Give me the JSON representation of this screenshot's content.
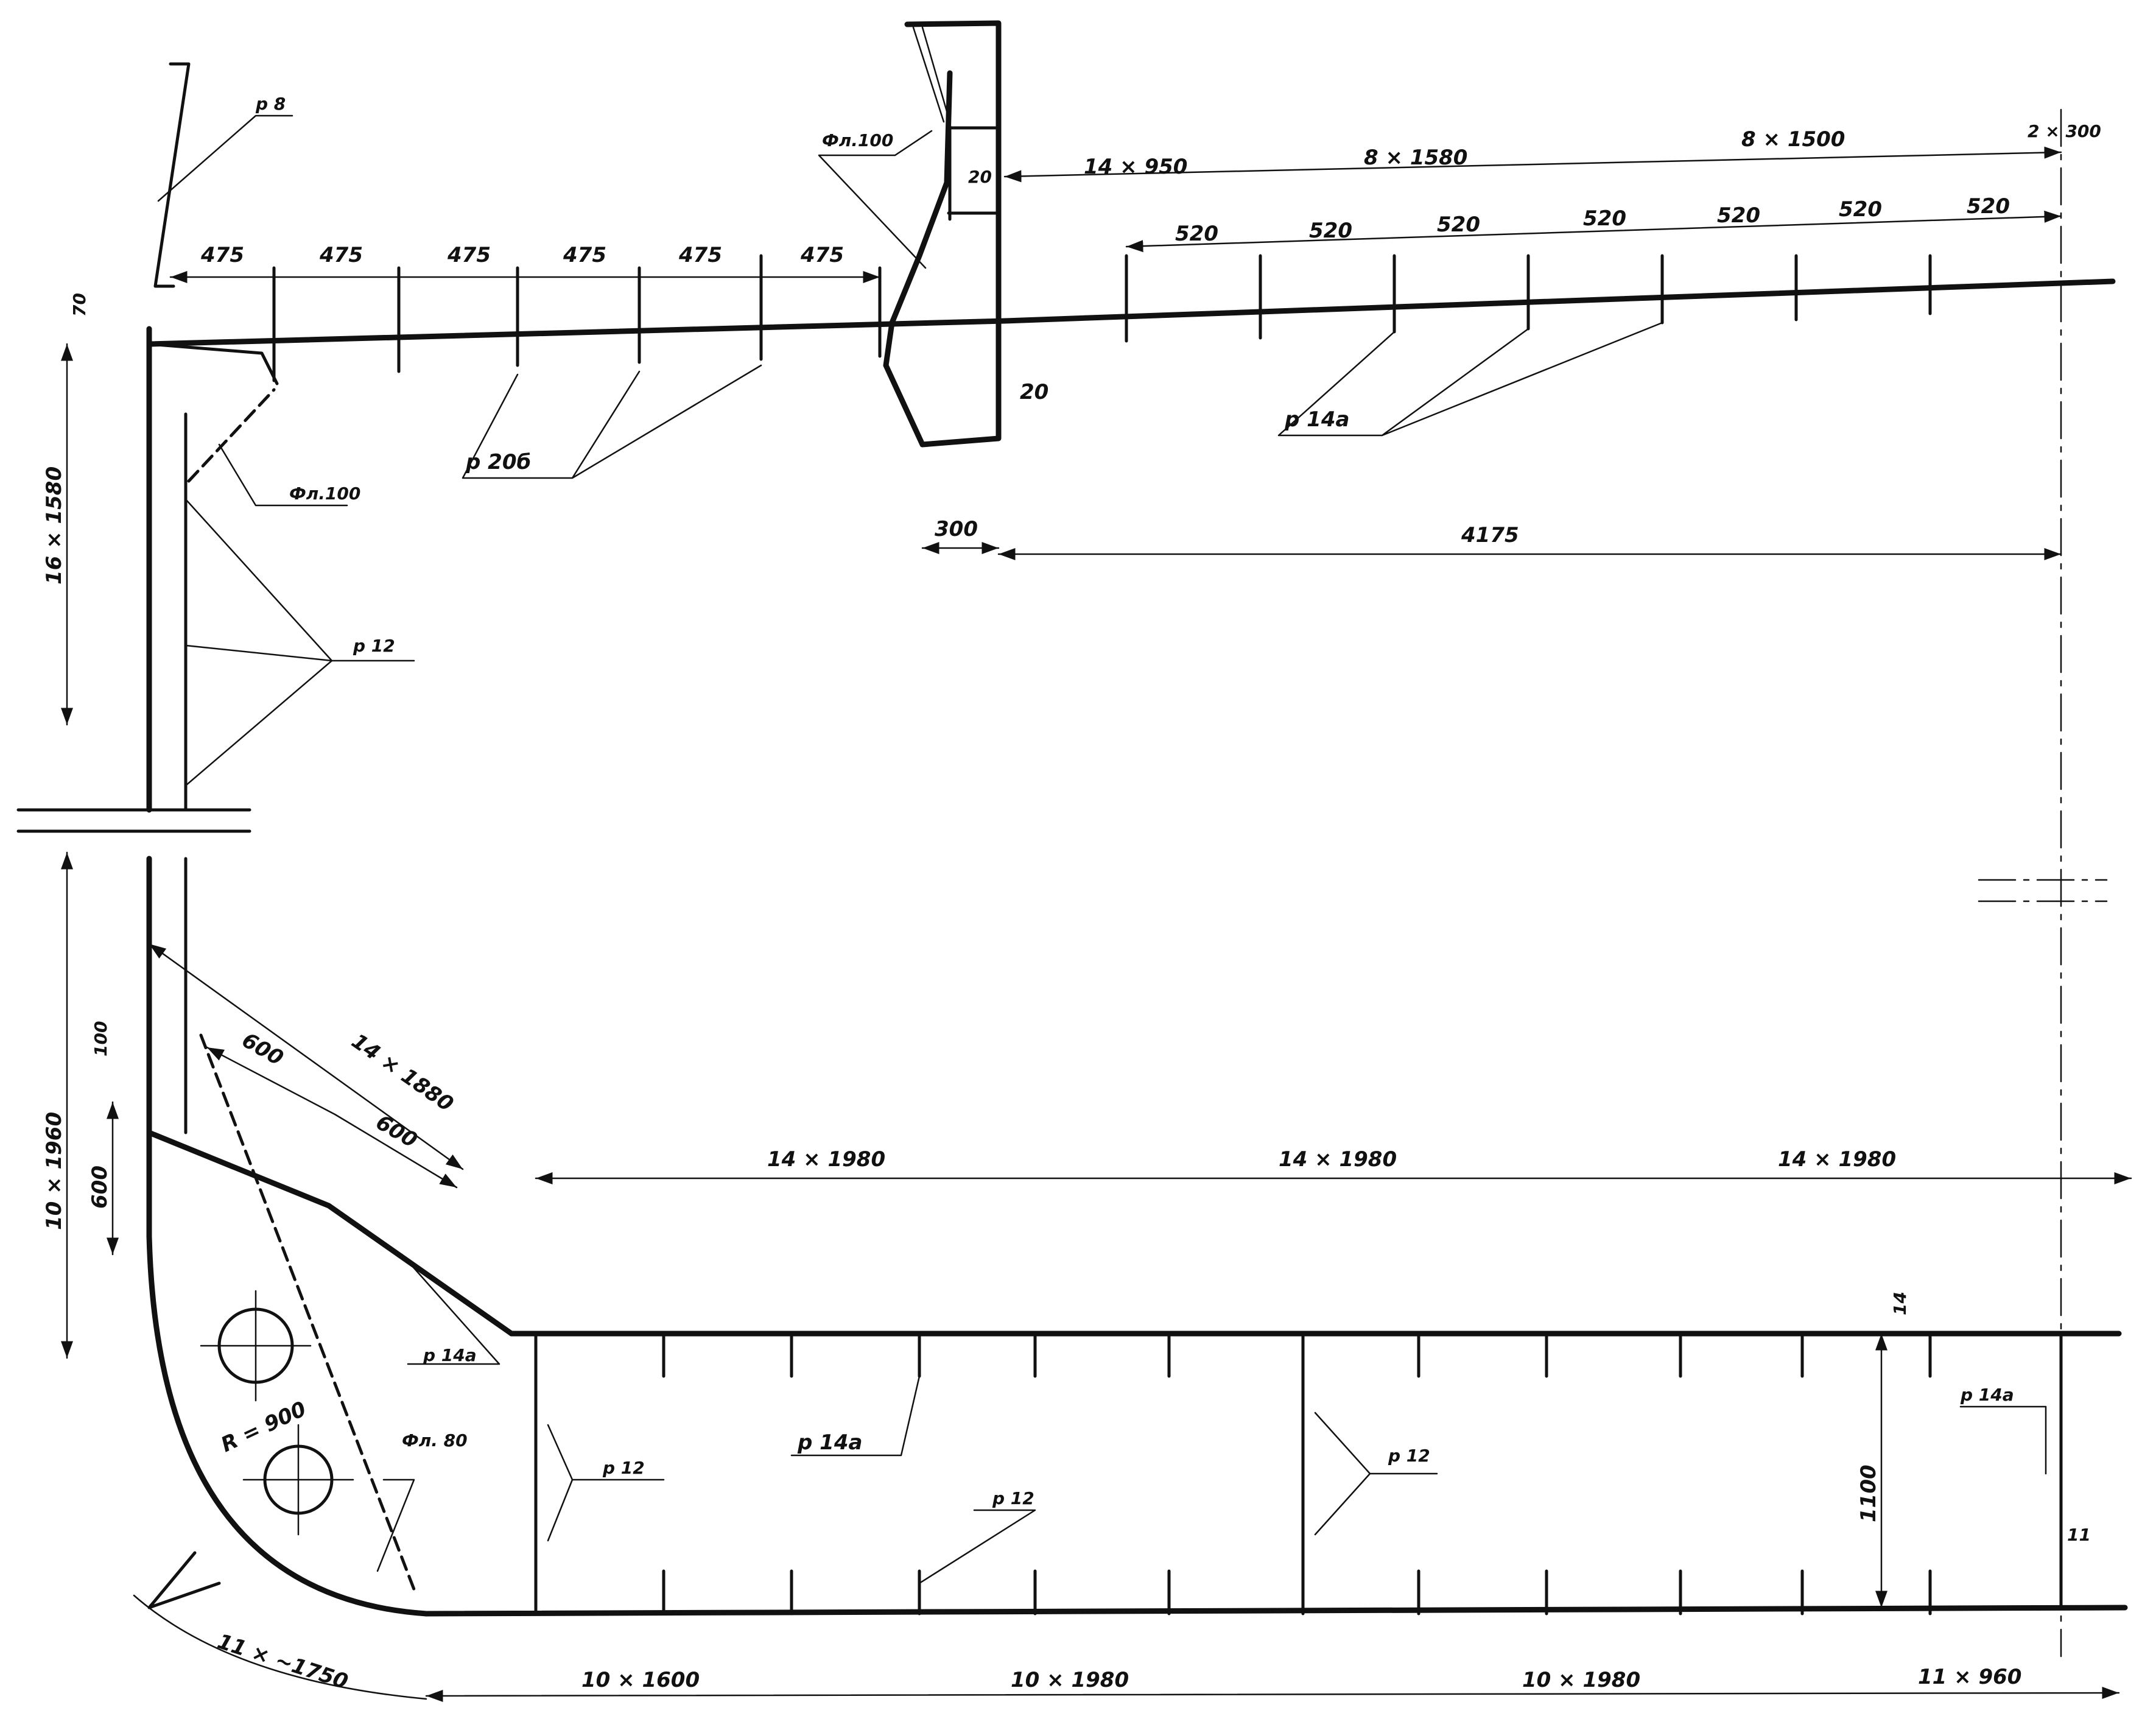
{
  "deck_dims": {
    "d475_1": "475",
    "d475_2": "475",
    "d475_3": "475",
    "d475_4": "475",
    "d475_5": "475",
    "d475_6": "475",
    "d520_1": "520",
    "d520_2": "520",
    "d520_3": "520",
    "d520_4": "520",
    "d520_5": "520",
    "d520_6": "520",
    "d520_7": "520",
    "s14x950": "14 × 950",
    "s8x1580": "8 × 1580",
    "s8x1500": "8 × 1500",
    "s2x300": "2 × 300",
    "d70": "70",
    "d20_top": "20",
    "d20_side": "20",
    "d300": "300",
    "d4175": "4175"
  },
  "side_dims": {
    "s16x1580": "16 × 1580",
    "s10x1960": "10 × 1960",
    "d100": "100",
    "d600_v": "600",
    "d600_a": "600",
    "d600_b": "600",
    "s14x1880": "14 × 1880",
    "radius": "R = 900"
  },
  "bottom_dims": {
    "s14x1980_1": "14 × 1980",
    "s14x1980_2": "14 × 1980",
    "s14x1980_3": "14 × 1980",
    "d14": "14",
    "d1100": "1100",
    "d11": "11",
    "s11x1750": "11 × ~1750",
    "s10x1600": "10 × 1600",
    "s10x1980_a": "10 × 1980",
    "s10x1980_b": "10 × 1980",
    "s11x960": "11 × 960"
  },
  "labels": {
    "p8": "р 8",
    "fl100_top": "Фл.100",
    "p14a_deck": "р 14а",
    "fl100_side": "Фл.100",
    "p20b": "р 20б",
    "p12_side": "р 12",
    "p14a_bilge": "р 14а",
    "fl80": "Фл. 80",
    "p14a_floor": "р 14а",
    "p12_floor_a": "р 12",
    "p12_floor_b": "р 12",
    "p12_floor_c": "р 12",
    "p14a_right": "р 14а"
  },
  "colors": {
    "ink": "#111111",
    "paper": "#ffffff"
  }
}
